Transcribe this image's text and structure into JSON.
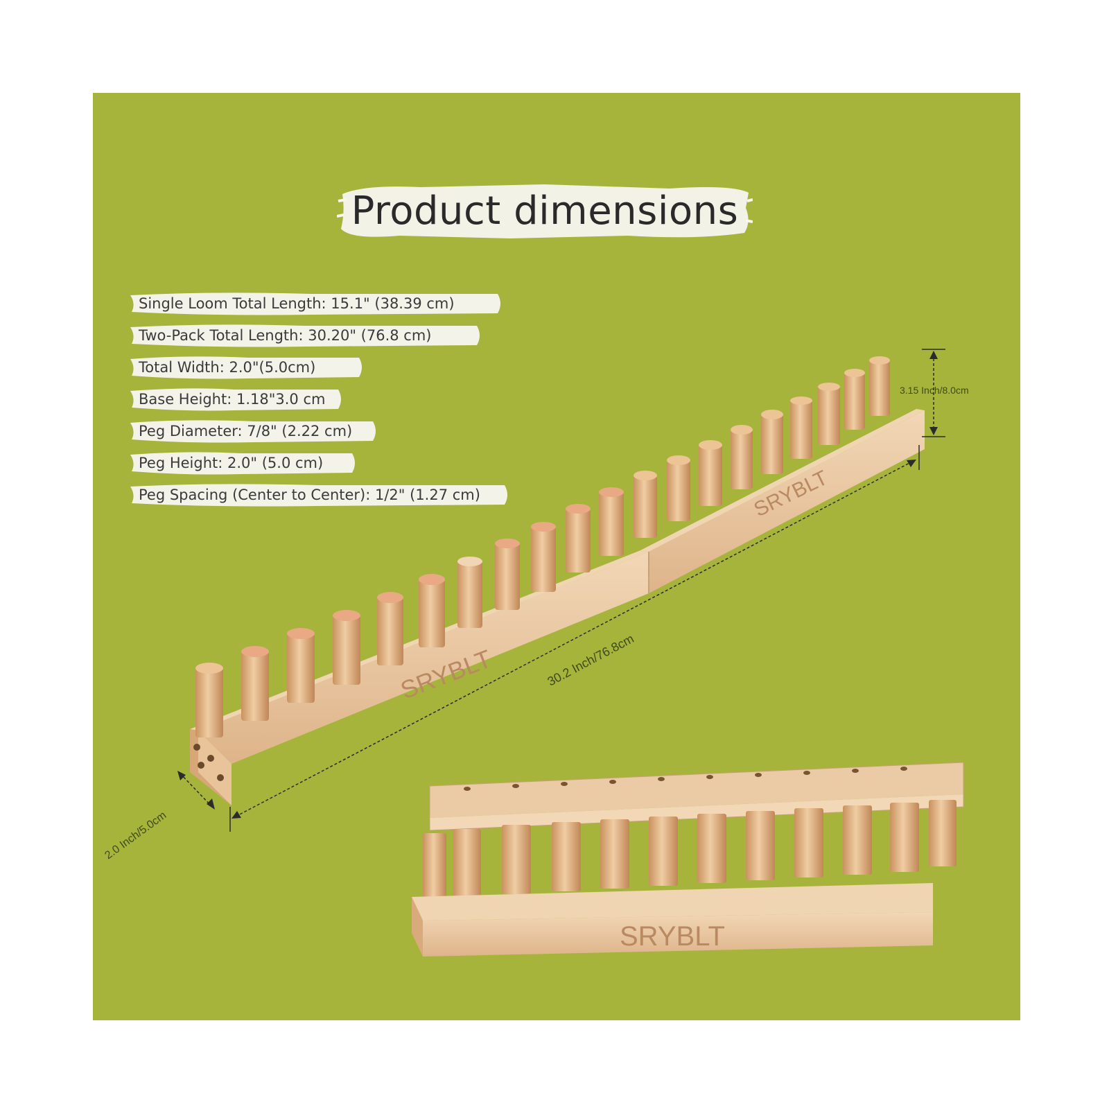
{
  "title": "Product dimensions",
  "specs": [
    "Single Loom Total Length: 15.1\" (38.39 cm)",
    "Two-Pack Total Length: 30.20\" (76.8 cm)",
    "Total Width: 2.0\"(5.0cm)",
    "Base Height: 1.18\"3.0 cm",
    "Peg Diameter: 7/8\" (2.22 cm)",
    "Peg Height: 2.0\" (5.0 cm)",
    "Peg Spacing (Center to Center): 1/2\" (1.27 cm)"
  ],
  "dimensions": {
    "height": "3.15 Inch/8.0cm",
    "length": "30.2 Inch/76.8cm",
    "width": "2.0 Inch/5.0cm"
  },
  "brand": "SRYBLT",
  "colors": {
    "background": "#a6b43c",
    "wood": "#e2b78a",
    "brand_text": "#b98a62"
  }
}
